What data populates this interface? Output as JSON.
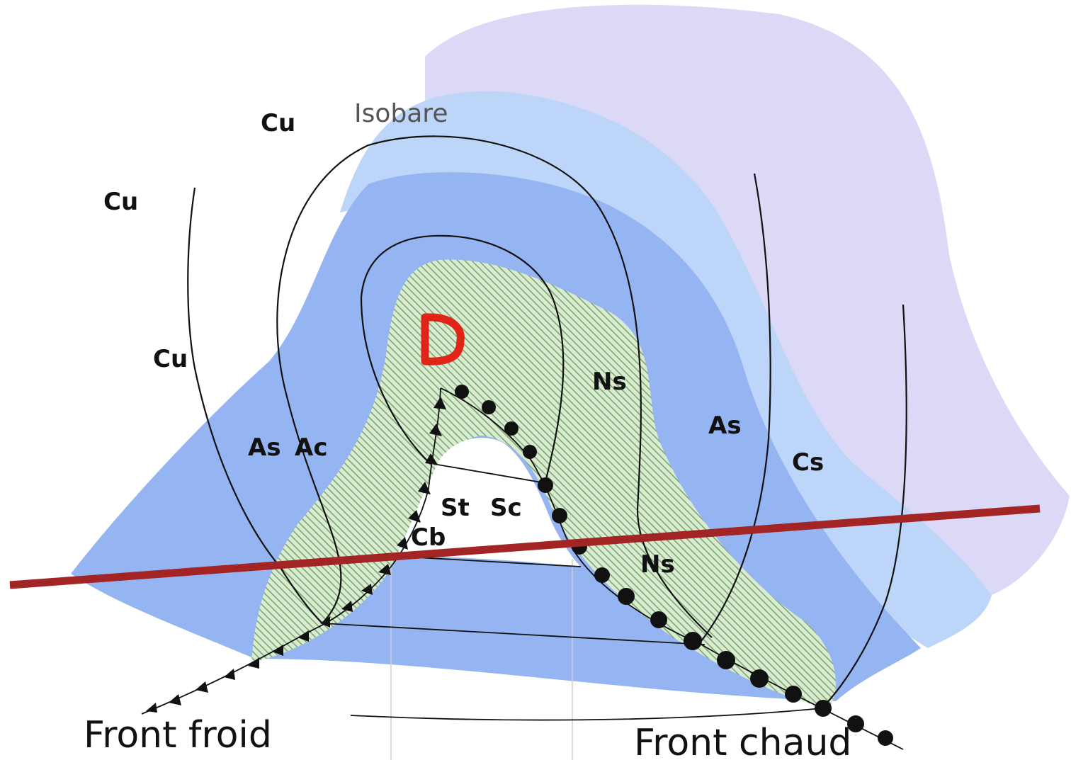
{
  "colors": {
    "zone_outer": "#dcd9f7",
    "zone_light": "#bcd5f8",
    "zone_mid": "#95b4f2",
    "precip_hatch": "#7da66f",
    "precip_bg": "#d9ecd2",
    "section_line": "#a32424",
    "low_letter": "#e02418"
  },
  "labels": {
    "isobare": "Isobare",
    "cu_top": "Cu",
    "cu_left": "Cu",
    "cu_mid": "Cu",
    "as_left": "As",
    "ac_left": "Ac",
    "ns_upper": "Ns",
    "as_right": "As",
    "cs": "Cs",
    "st": "St",
    "sc": "Sc",
    "cb": "Cb",
    "ns_lower": "Ns",
    "low": "D",
    "front_froid": "Front froid",
    "front_chaud": "Front chaud"
  }
}
